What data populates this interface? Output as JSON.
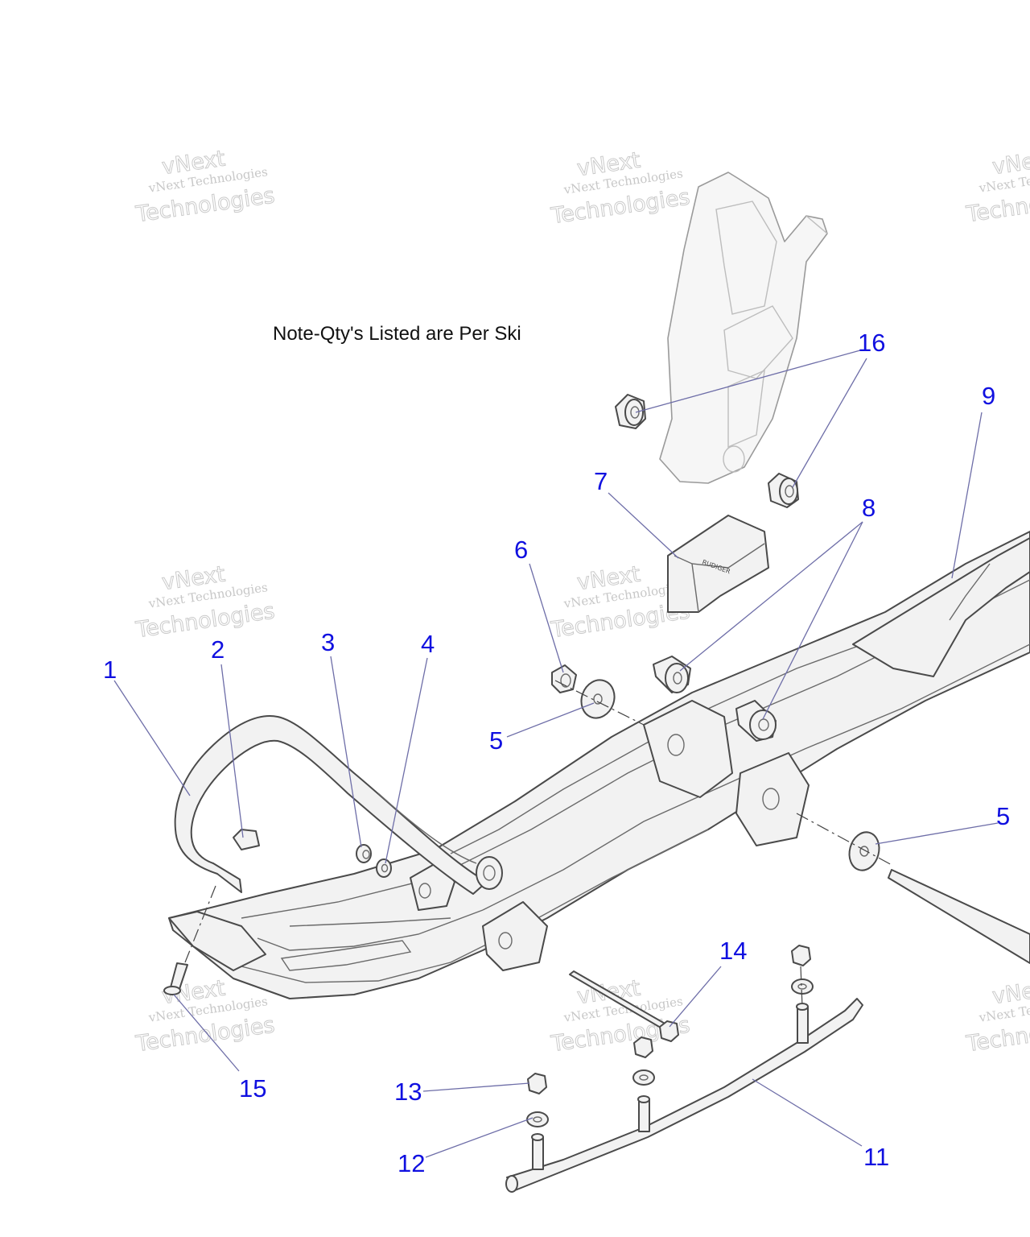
{
  "note": "Note-Qty's Listed are Per Ski",
  "watermark": {
    "line1": "vNext Technologies",
    "line2": "Technologies",
    "line3": "vNext"
  },
  "callouts": {
    "c1": "1",
    "c2": "2",
    "c3": "3",
    "c4": "4",
    "c5a": "5",
    "c5b": "5",
    "c6": "6",
    "c7": "7",
    "c8": "8",
    "c9": "9",
    "c11": "11",
    "c12": "12",
    "c13": "13",
    "c14": "14",
    "c15": "15",
    "c16": "16"
  },
  "colors": {
    "callout": "#1010e0",
    "leader": "#6e6ea8",
    "part_fill": "#f2f2f2",
    "part_stroke": "#4a4a4a"
  }
}
